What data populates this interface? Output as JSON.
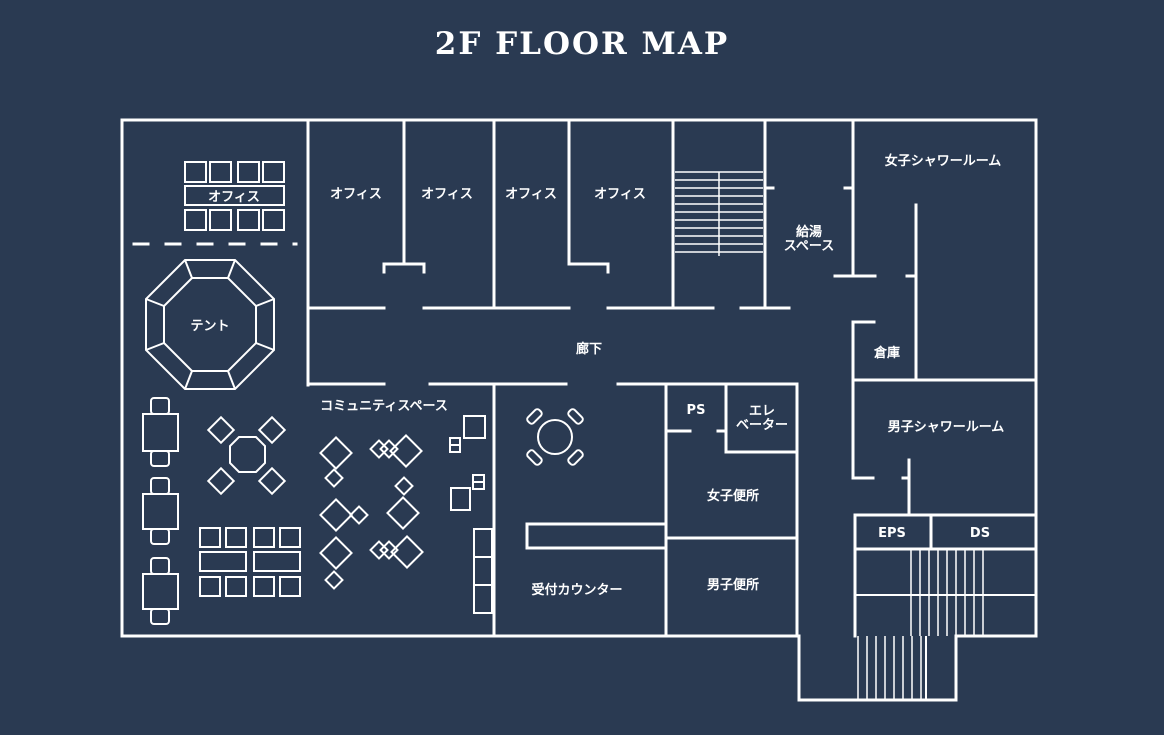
{
  "title": "2F FLOOR MAP",
  "colors": {
    "background": "#2a3a52",
    "line": "#ffffff"
  },
  "rooms": {
    "office_left": "オフィス",
    "office_1": "オフィス",
    "office_2": "オフィス",
    "office_3": "オフィス",
    "office_4": "オフィス",
    "kitchenette_line1": "給湯",
    "kitchenette_line2": "スペース",
    "womens_shower": "女子シャワールーム",
    "tent": "テント",
    "corridor": "廊下",
    "storage": "倉庫",
    "community_space": "コミュニティスペース",
    "ps": "PS",
    "elevator_line1": "エレ",
    "elevator_line2": "ベーター",
    "mens_shower": "男子シャワールーム",
    "womens_toilet": "女子便所",
    "eps": "EPS",
    "ds": "DS",
    "reception": "受付カウンター",
    "mens_toilet": "男子便所"
  }
}
